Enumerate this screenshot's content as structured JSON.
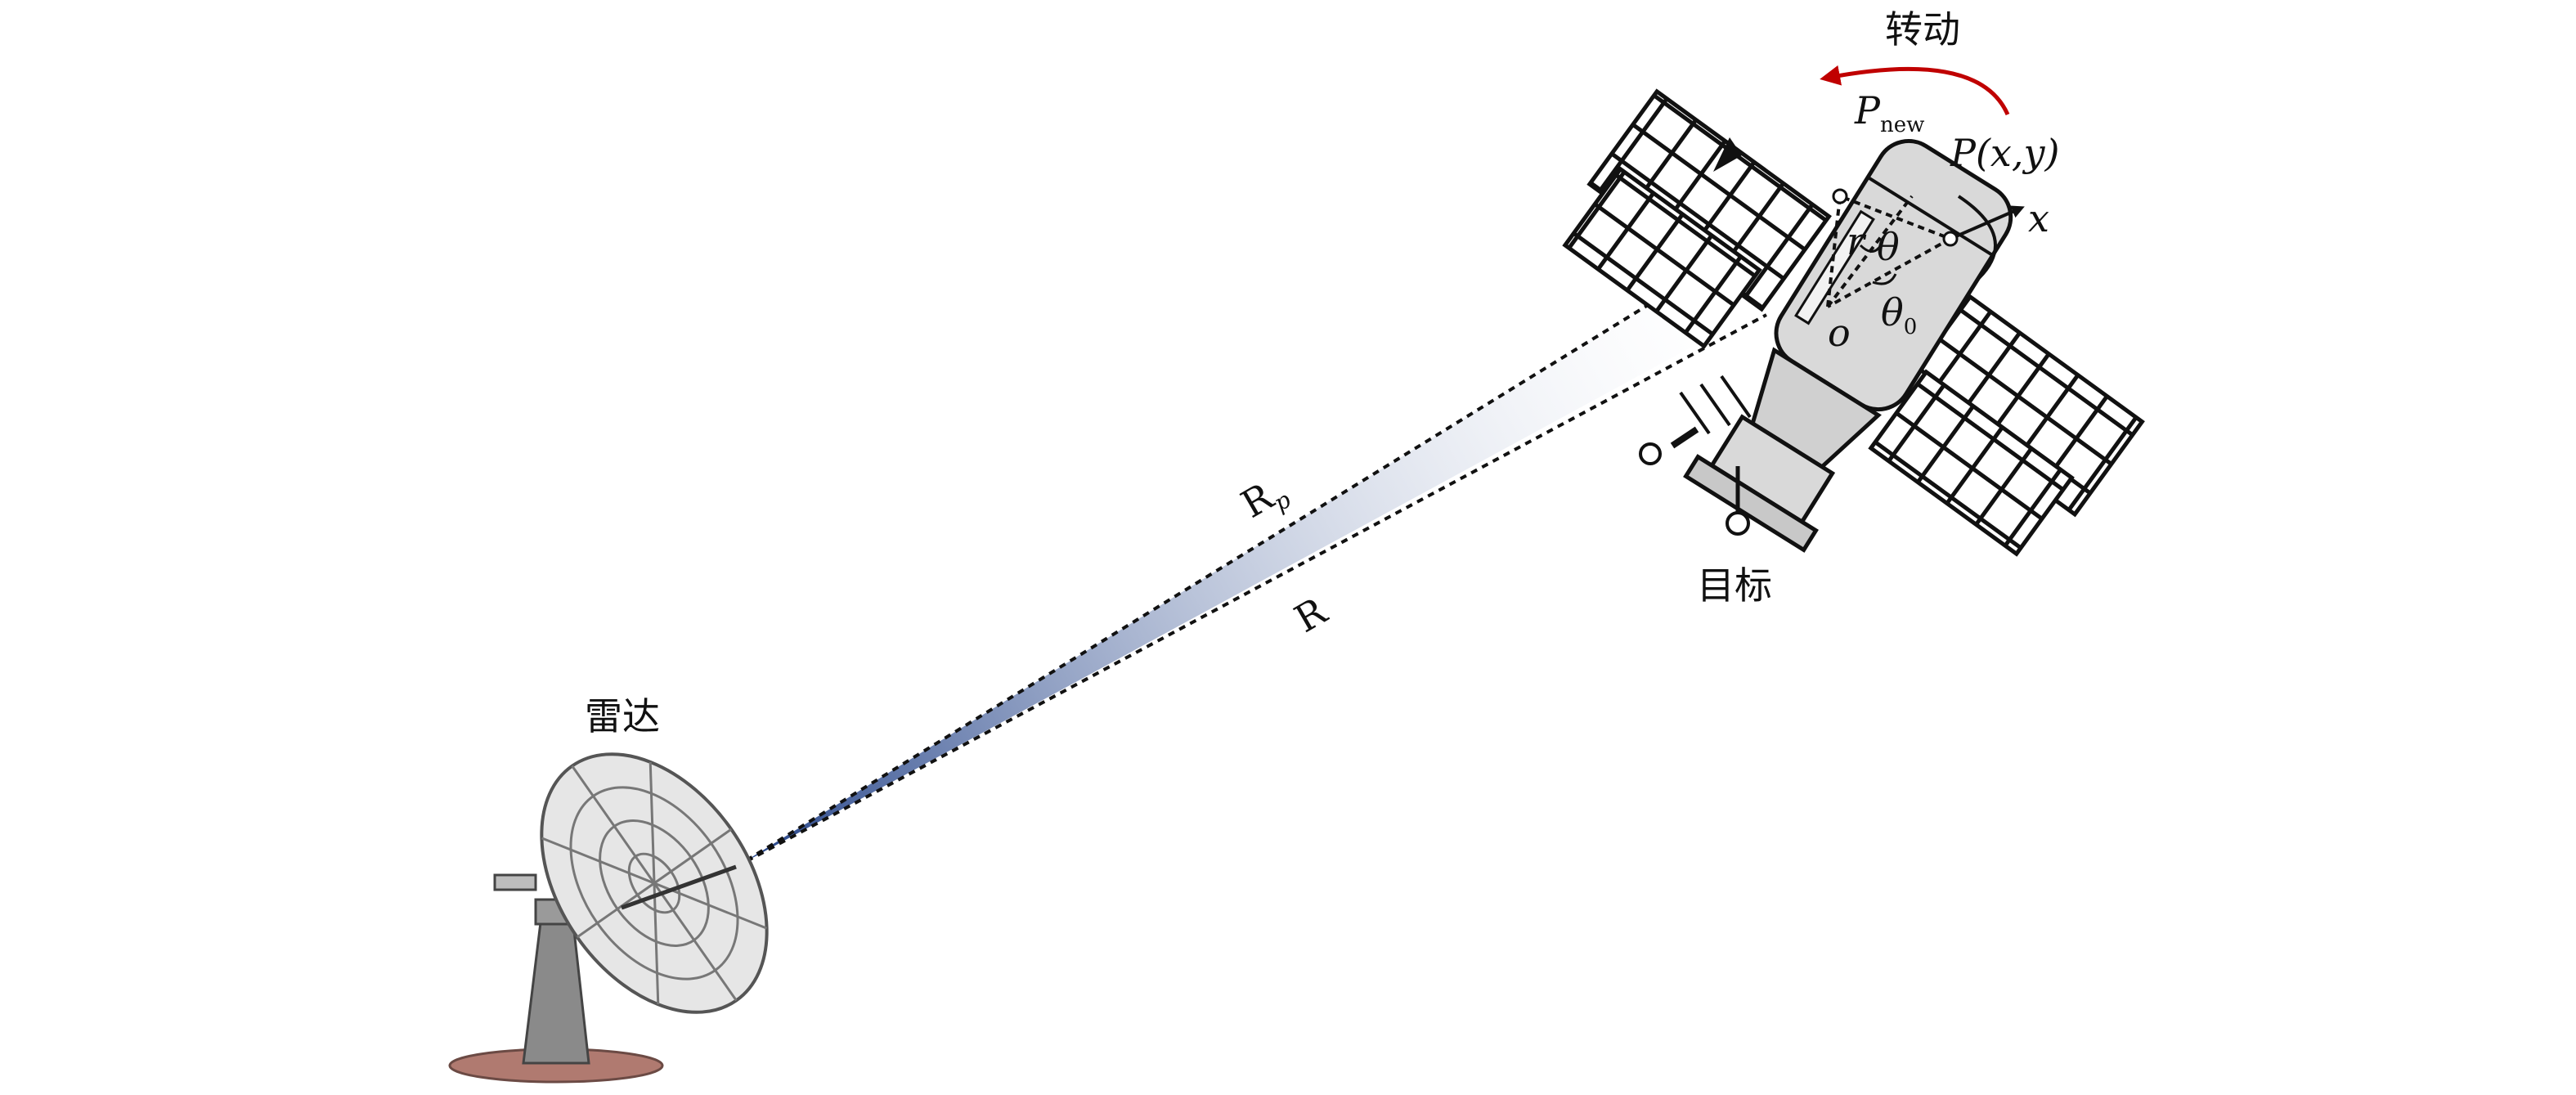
{
  "labels": {
    "rotation": "转动",
    "p_new_main": "P",
    "p_new_sub": "new",
    "point_p": "P(x,y)",
    "x_axis": "x",
    "r_label": "r",
    "theta": "θ",
    "theta0_main": "θ",
    "theta0_sub": "0",
    "origin": "o",
    "target": "目标",
    "radar": "雷达",
    "range_rp_main": "R",
    "range_rp_sub": "p",
    "range_r": "R"
  },
  "colors": {
    "beam_far": "#ffffff",
    "beam_near": "#1f3f86",
    "rotation_arrow": "#c00000",
    "line": "#111111",
    "satellite_body": "#d9d9d9",
    "panel_grid": "#111111",
    "radar_dish": "#cfcfcf",
    "radar_base": "#8a8a8a",
    "radar_footprint": "#b07a70"
  },
  "icons": {
    "radar": "radar-dish-icon",
    "satellite": "satellite-icon"
  }
}
